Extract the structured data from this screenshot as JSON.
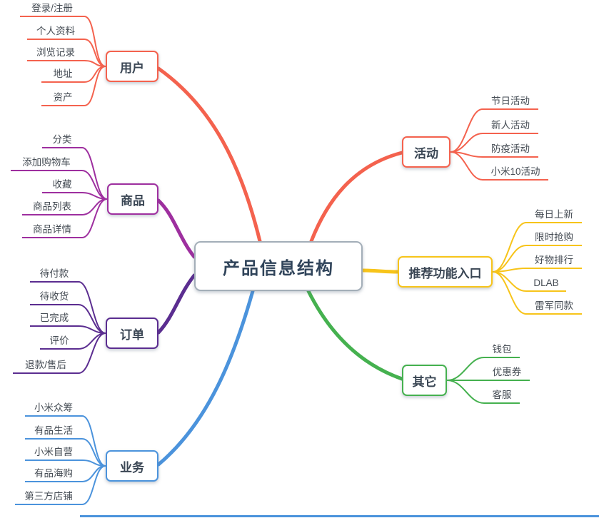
{
  "center": {
    "title": "产品信息结构"
  },
  "colors": {
    "center_border": "#a3aeb8",
    "user_red": "#f4624e",
    "product_purple": "#9e2f9f",
    "order_violet": "#5b2d90",
    "business_blue": "#4b93dc",
    "activity_red": "#f4624e",
    "recommend_yellow": "#f7c41a",
    "other_green": "#45b14f"
  },
  "branches": [
    {
      "label": "用户",
      "side": "left",
      "color": "#f4624e",
      "children": [
        "登录/注册",
        "个人资料",
        "浏览记录",
        "地址",
        "资产"
      ]
    },
    {
      "label": "商品",
      "side": "left",
      "color": "#9e2f9f",
      "children": [
        "分类",
        "添加购物车",
        "收藏",
        "商品列表",
        "商品详情"
      ]
    },
    {
      "label": "订单",
      "side": "left",
      "color": "#5b2d90",
      "children": [
        "待付款",
        "待收货",
        "已完成",
        "评价",
        "退款/售后"
      ]
    },
    {
      "label": "业务",
      "side": "left",
      "color": "#4b93dc",
      "children": [
        "小米众筹",
        "有品生活",
        "小米自营",
        "有品海购",
        "第三方店铺"
      ]
    },
    {
      "label": "活动",
      "side": "right",
      "color": "#f4624e",
      "children": [
        "节日活动",
        "新人活动",
        "防疫活动",
        "小米10活动"
      ]
    },
    {
      "label": "推荐功能入口",
      "side": "right",
      "color": "#f7c41a",
      "children": [
        "每日上新",
        "限时抢购",
        "好物排行",
        "DLAB",
        "雷军同款"
      ]
    },
    {
      "label": "其它",
      "side": "right",
      "color": "#45b14f",
      "children": [
        "钱包",
        "优惠券",
        "客服"
      ]
    }
  ]
}
